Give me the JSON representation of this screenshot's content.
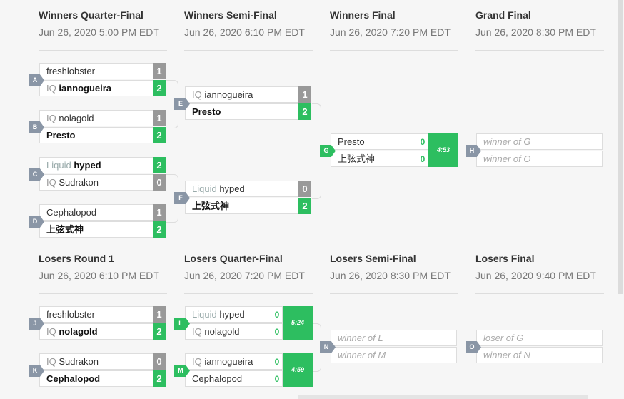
{
  "winners_headers": [
    {
      "title": "Winners Quarter-Final",
      "date": "Jun 26, 2020 5:00 PM EDT"
    },
    {
      "title": "Winners Semi-Final",
      "date": "Jun 26, 2020 6:10 PM EDT"
    },
    {
      "title": "Winners Final",
      "date": "Jun 26, 2020 7:20 PM EDT"
    },
    {
      "title": "Grand Final",
      "date": "Jun 26, 2020 8:30 PM EDT"
    }
  ],
  "losers_headers": [
    {
      "title": "Losers Round 1",
      "date": "Jun 26, 2020 6:10 PM EDT"
    },
    {
      "title": "Losers Quarter-Final",
      "date": "Jun 26, 2020 7:20 PM EDT"
    },
    {
      "title": "Losers Semi-Final",
      "date": "Jun 26, 2020 8:30 PM EDT"
    },
    {
      "title": "Losers Final",
      "date": "Jun 26, 2020 9:40 PM EDT"
    }
  ],
  "matches": {
    "A": {
      "label": "A",
      "p1": {
        "tag": "",
        "name": "freshlobster",
        "score": "1"
      },
      "p2": {
        "tag": "IQ",
        "name": "iannogueira",
        "score": "2"
      }
    },
    "B": {
      "label": "B",
      "p1": {
        "tag": "IQ",
        "name": "nolagold",
        "score": "1"
      },
      "p2": {
        "tag": "",
        "name": "Presto",
        "score": "2"
      }
    },
    "C": {
      "label": "C",
      "p1": {
        "tag": "Liquid",
        "name": "hyped",
        "score": "2"
      },
      "p2": {
        "tag": "IQ",
        "name": "Sudrakon",
        "score": "0"
      }
    },
    "D": {
      "label": "D",
      "p1": {
        "tag": "",
        "name": "Cephalopod",
        "score": "1"
      },
      "p2": {
        "tag": "",
        "name": "上弦式神",
        "score": "2"
      }
    },
    "E": {
      "label": "E",
      "p1": {
        "tag": "IQ",
        "name": "iannogueira",
        "score": "1"
      },
      "p2": {
        "tag": "",
        "name": "Presto",
        "score": "2"
      }
    },
    "F": {
      "label": "F",
      "p1": {
        "tag": "Liquid",
        "name": "hyped",
        "score": "0"
      },
      "p2": {
        "tag": "",
        "name": "上弦式神",
        "score": "2"
      }
    },
    "G": {
      "label": "G",
      "p1": {
        "tag": "",
        "name": "Presto",
        "score": "0"
      },
      "p2": {
        "tag": "",
        "name": "上弦式神",
        "score": "0"
      },
      "time": "4:53"
    },
    "H": {
      "label": "H",
      "p1": {
        "name": "winner of G"
      },
      "p2": {
        "name": "winner of O"
      }
    },
    "J": {
      "label": "J",
      "p1": {
        "tag": "",
        "name": "freshlobster",
        "score": "1"
      },
      "p2": {
        "tag": "IQ",
        "name": "nolagold",
        "score": "2"
      }
    },
    "K": {
      "label": "K",
      "p1": {
        "tag": "IQ",
        "name": "Sudrakon",
        "score": "0"
      },
      "p2": {
        "tag": "",
        "name": "Cephalopod",
        "score": "2"
      }
    },
    "L": {
      "label": "L",
      "p1": {
        "tag": "Liquid",
        "name": "hyped",
        "score": "0"
      },
      "p2": {
        "tag": "IQ",
        "name": "nolagold",
        "score": "0"
      },
      "time": "5:24"
    },
    "M": {
      "label": "M",
      "p1": {
        "tag": "IQ",
        "name": "iannogueira",
        "score": "0"
      },
      "p2": {
        "tag": "",
        "name": "Cephalopod",
        "score": "0"
      },
      "time": "4:59"
    },
    "N": {
      "label": "N",
      "p1": {
        "name": "winner of L"
      },
      "p2": {
        "name": "winner of M"
      }
    },
    "O": {
      "label": "O",
      "p1": {
        "name": "loser of G"
      },
      "p2": {
        "name": "winner of N"
      }
    }
  }
}
